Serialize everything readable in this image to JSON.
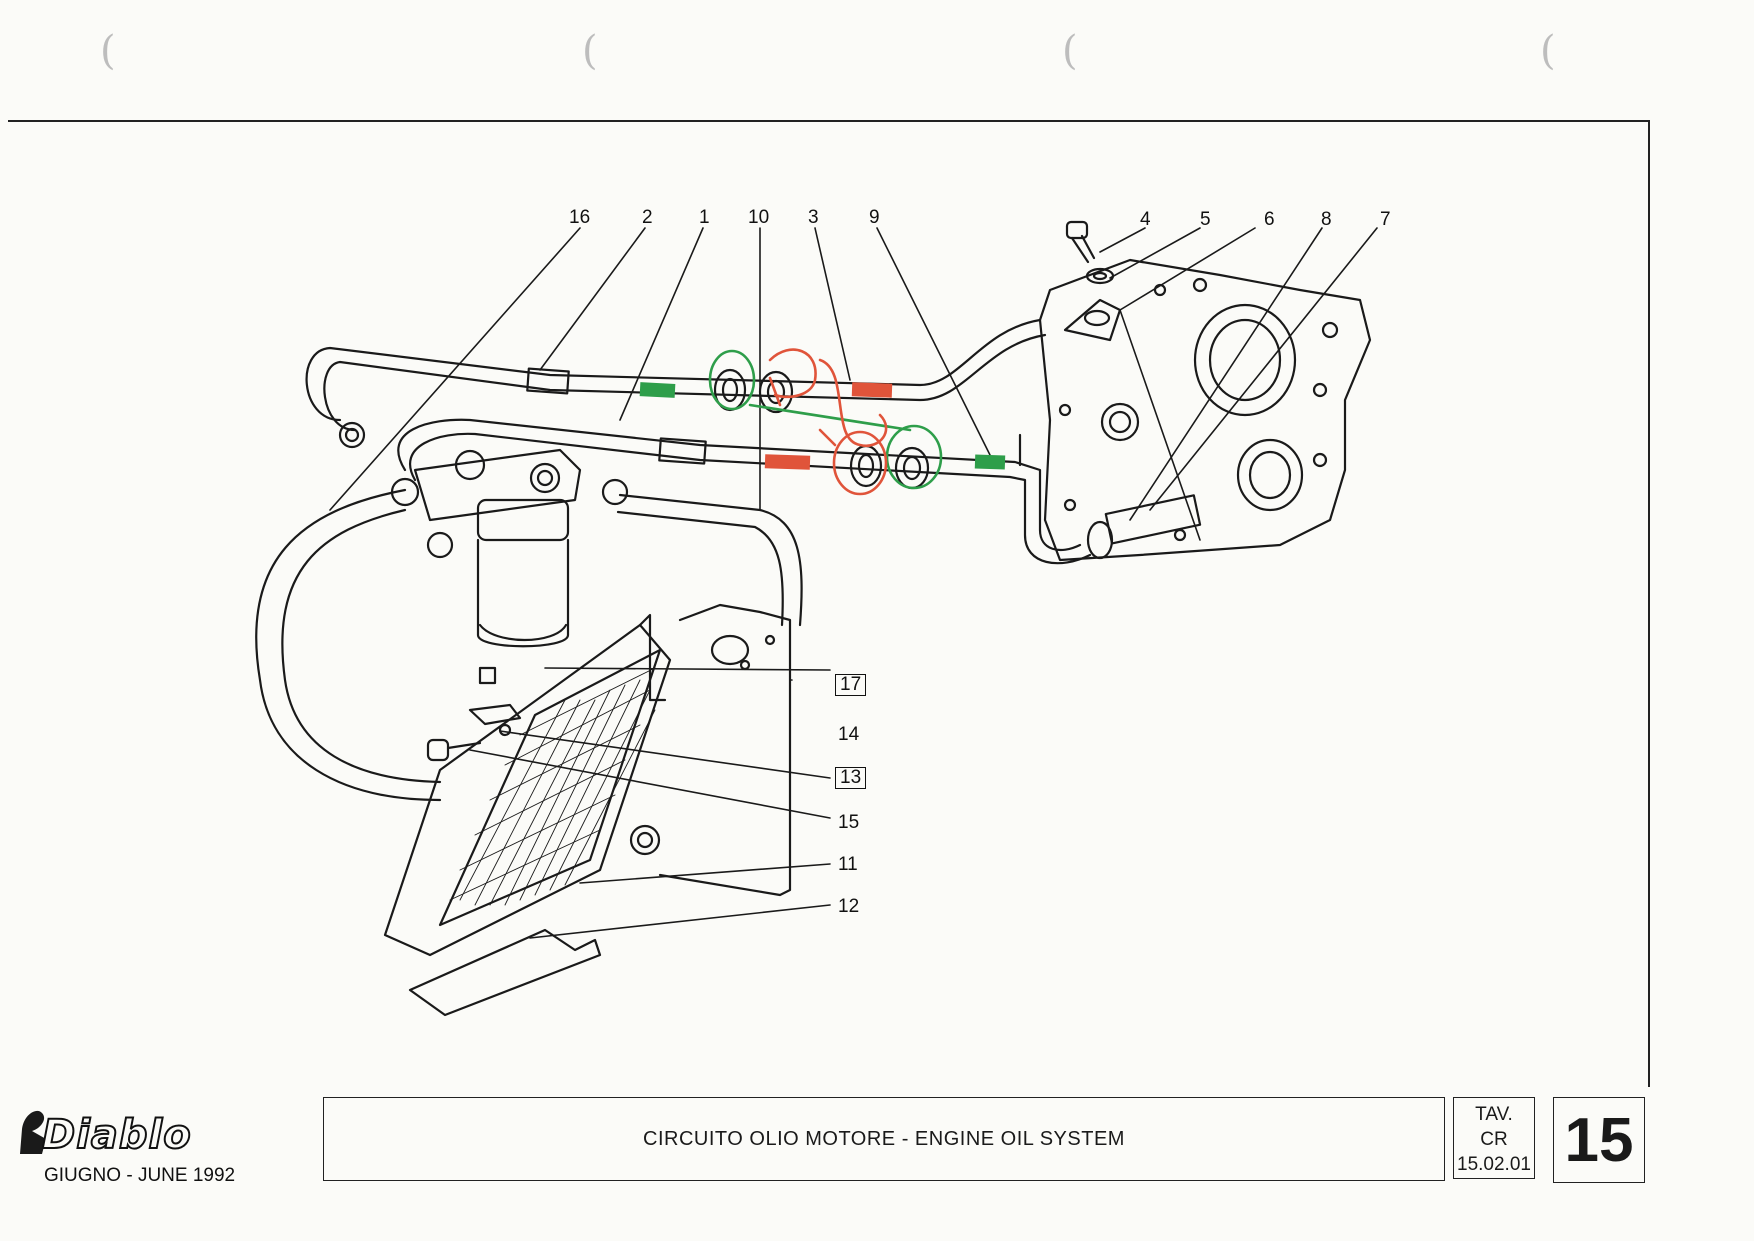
{
  "callouts": {
    "c16": "16",
    "c2": "2",
    "c1": "1",
    "c10": "10",
    "c3": "3",
    "c9": "9",
    "c4": "4",
    "c5": "5",
    "c6": "6",
    "c8": "8",
    "c7": "7",
    "c17": "17",
    "c14": "14",
    "c13": "13",
    "c15": "15",
    "c11": "11",
    "c12": "12"
  },
  "title_block": {
    "logo_text": "Diablo",
    "date": "GIUGNO - JUNE 1992",
    "title": "CIRCUITO OLIO MOTORE - ENGINE OIL SYSTEM",
    "tav_label": "TAV.",
    "tav_code": "CR",
    "tav_number": "15.02.01",
    "plate_number": "15"
  },
  "colors": {
    "ink": "#1a1a1a",
    "markup_red": "#e0543a",
    "markup_green": "#2e9e4a"
  }
}
